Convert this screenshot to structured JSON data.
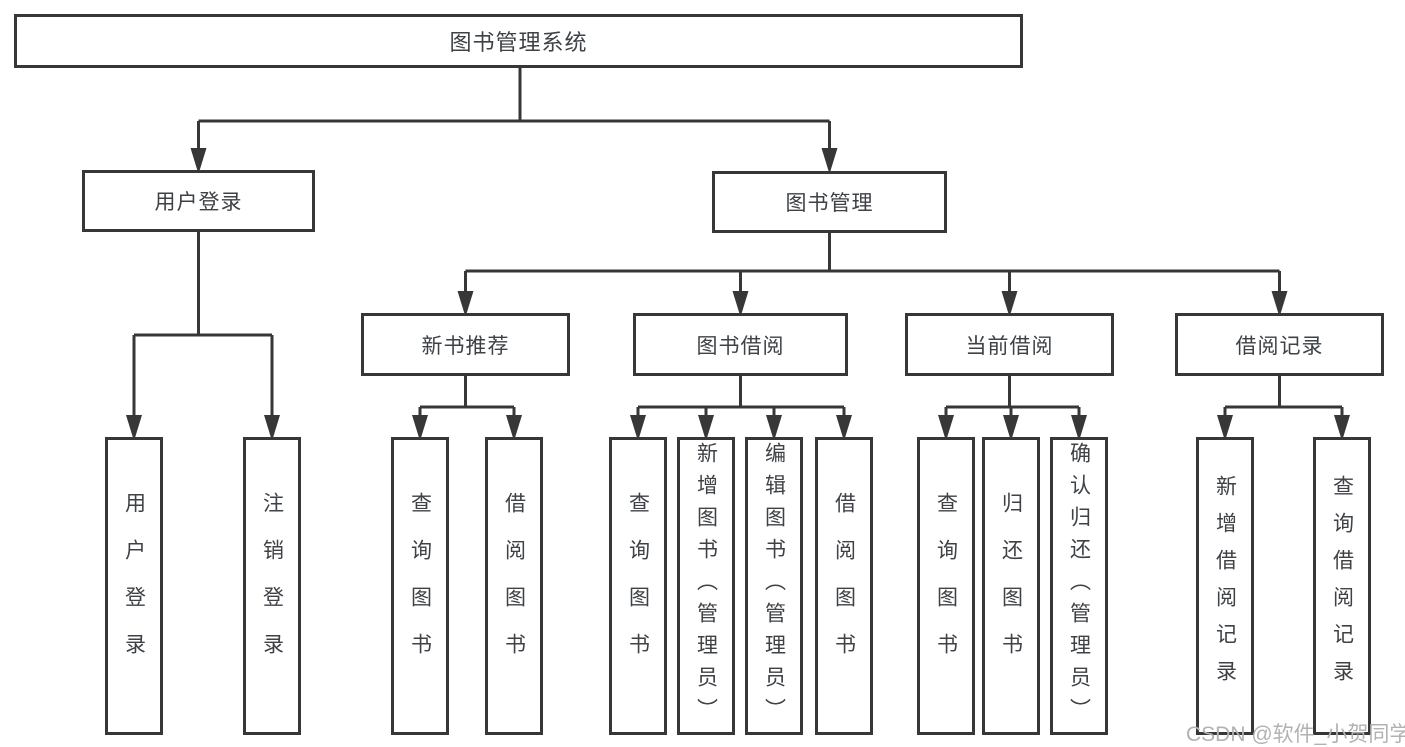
{
  "diagram": {
    "title": "图书管理系统",
    "children": [
      {
        "label": "用户登录",
        "children": [
          {
            "label": "用户登录"
          },
          {
            "label": "注销登录"
          }
        ]
      },
      {
        "label": "图书管理",
        "children": [
          {
            "label": "新书推荐",
            "children": [
              {
                "label": "查询图书"
              },
              {
                "label": "借阅图书"
              }
            ]
          },
          {
            "label": "图书借阅",
            "children": [
              {
                "label": "查询图书"
              },
              {
                "label": "新增图书（管理员）"
              },
              {
                "label": "编辑图书（管理员）"
              },
              {
                "label": "借阅图书"
              }
            ]
          },
          {
            "label": "当前借阅",
            "children": [
              {
                "label": "查询图书"
              },
              {
                "label": "归还图书"
              },
              {
                "label": "确认归还（管理员）"
              }
            ]
          },
          {
            "label": "借阅记录",
            "children": [
              {
                "label": "新增借阅记录"
              },
              {
                "label": "查询借阅记录"
              }
            ]
          }
        ]
      }
    ]
  },
  "watermark": {
    "text": "CSDN @软件_小贺同学"
  },
  "colors": {
    "line": "#373737",
    "text": "#3e4145",
    "watermark": "#b2b2b2",
    "background": "#ffffff"
  }
}
